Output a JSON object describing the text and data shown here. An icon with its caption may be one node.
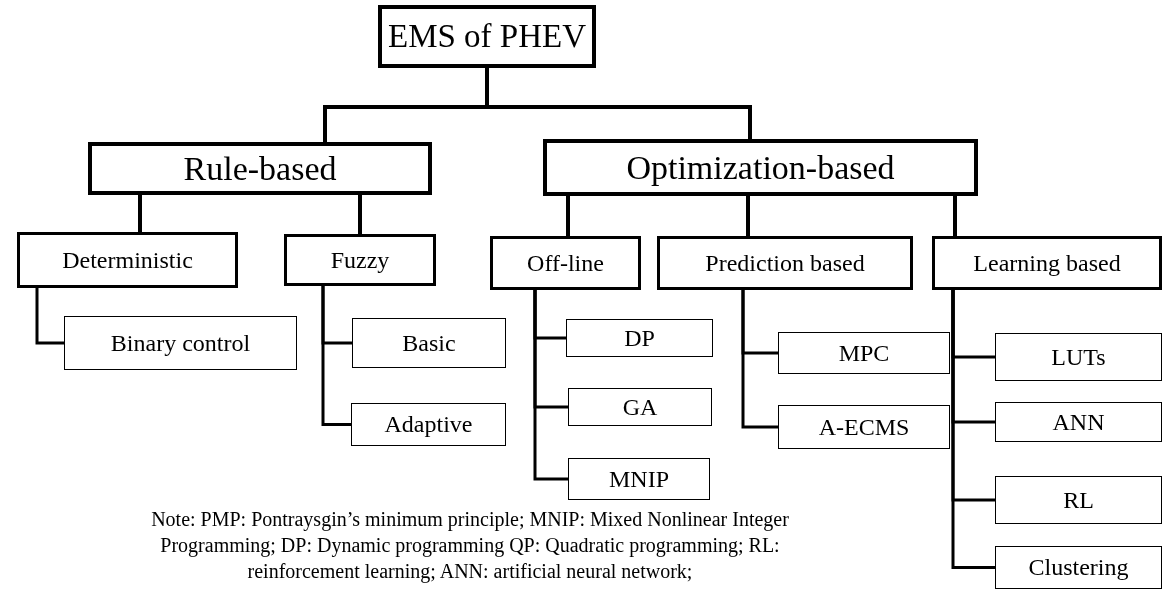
{
  "diagram": {
    "nodes": [
      {
        "text": [
          "EMS of PHEV"
        ]
      },
      {
        "text": [
          "Rule-based"
        ]
      },
      {
        "text": [
          "Optimization-based"
        ]
      },
      {
        "text": [
          "Deterministic"
        ]
      },
      {
        "text": [
          "Fuzzy"
        ]
      },
      {
        "text": [
          "Off-line"
        ]
      },
      {
        "text": [
          "Prediction based"
        ]
      },
      {
        "text": [
          "Learning based"
        ]
      },
      {
        "text": [
          "Binary control"
        ]
      },
      {
        "text": [
          "Basic"
        ]
      },
      {
        "text": [
          "Adaptive"
        ]
      },
      {
        "text": [
          "DP"
        ]
      },
      {
        "text": [
          "GA"
        ]
      },
      {
        "text": [
          "MNIP"
        ]
      },
      {
        "text": [
          "MPC"
        ]
      },
      {
        "text": [
          "A-ECMS"
        ]
      },
      {
        "text": [
          "LUTs"
        ]
      },
      {
        "text": [
          "ANN"
        ]
      },
      {
        "text": [
          "RL"
        ]
      },
      {
        "text": [
          "Clustering"
        ]
      }
    ],
    "edges": [
      {
        "from": 0,
        "to": 1,
        "arrow": "none"
      },
      {
        "from": 0,
        "to": 2,
        "arrow": "none"
      },
      {
        "from": 1,
        "to": 3,
        "arrow": "none"
      },
      {
        "from": 1,
        "to": 4,
        "arrow": "none"
      },
      {
        "from": 2,
        "to": 5,
        "arrow": "none"
      },
      {
        "from": 2,
        "to": 6,
        "arrow": "none"
      },
      {
        "from": 2,
        "to": 7,
        "arrow": "none"
      },
      {
        "from": 3,
        "to": 8,
        "arrow": "none"
      },
      {
        "from": 4,
        "to": 9,
        "arrow": "none"
      },
      {
        "from": 4,
        "to": 10,
        "arrow": "none"
      },
      {
        "from": 5,
        "to": 11,
        "arrow": "none"
      },
      {
        "from": 5,
        "to": 12,
        "arrow": "none"
      },
      {
        "from": 5,
        "to": 13,
        "arrow": "none"
      },
      {
        "from": 6,
        "to": 14,
        "arrow": "none"
      },
      {
        "from": 6,
        "to": 15,
        "arrow": "none"
      },
      {
        "from": 7,
        "to": 16,
        "arrow": "none"
      },
      {
        "from": 7,
        "to": 17,
        "arrow": "none"
      },
      {
        "from": 7,
        "to": 18,
        "arrow": "none"
      },
      {
        "from": 7,
        "to": 19,
        "arrow": "none"
      }
    ],
    "labels": [
      "Note: PMP: Pontraysgin’s minimum principle; MNIP: Mixed Nonlinear Integer Programming; DP: Dynamic programming QP: Quadratic programming; RL: reinforcement learning; ANN: artificial neural network;"
    ]
  }
}
